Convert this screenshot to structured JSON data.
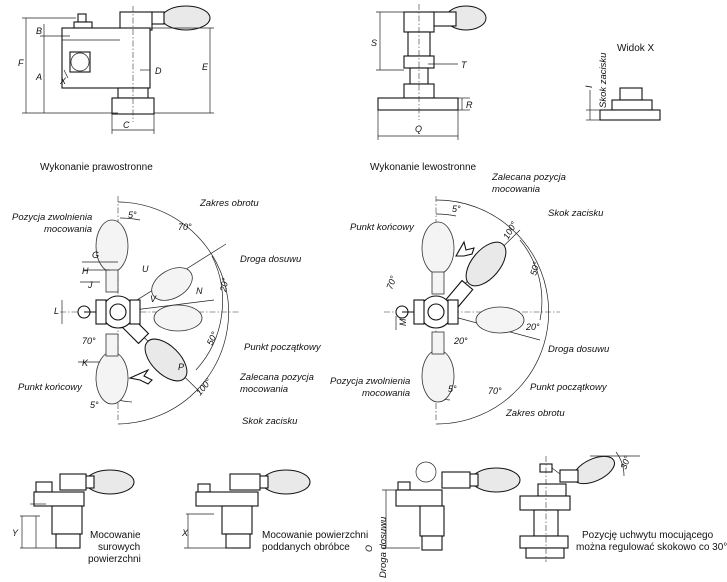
{
  "captions": {
    "right_version": "Wykonanie prawostronne",
    "left_version": "Wykonanie lewostronne",
    "view_x": "Widok X",
    "rough_surfaces": [
      "Mocowanie",
      "surowych",
      "powierzchni"
    ],
    "machined_surfaces": [
      "Mocowanie powierzchni",
      "poddanych obróbce"
    ],
    "handle_position_note": [
      "Pozycję uchwytu mocującego",
      "można regulować skokowo co 30°."
    ]
  },
  "dimensions": {
    "F": "F",
    "B": "B",
    "A": "A",
    "X": "X",
    "C": "C",
    "D": "D",
    "E": "E",
    "S": "S",
    "T": "T",
    "R": "R",
    "Q": "Q",
    "I": "I",
    "G": "G",
    "H": "H",
    "J": "J",
    "L": "L",
    "K": "K",
    "U": "U",
    "V": "V",
    "N": "N",
    "P": "P",
    "M": "M",
    "O": "O",
    "Y": "Y"
  },
  "labels": {
    "clamp_stroke_vertical": "Skok zacisku",
    "clamp_stroke": "Skok zacisku",
    "release_position": [
      "Pozycja zwolnienia",
      "mocowania"
    ],
    "rotation_range": "Zakres obrotu",
    "advance_path": "Droga dosuwu",
    "end_point": "Punkt końcowy",
    "start_point": "Punkt początkowy",
    "recommended_position": [
      "Zalecana pozycja",
      "mocowania"
    ],
    "advance_path_vertical": "Droga dosuwu"
  },
  "angles": {
    "a5": "5°",
    "a70": "70°",
    "a20": "20°",
    "a50": "50°",
    "a100": "100°",
    "a30": "30°"
  }
}
